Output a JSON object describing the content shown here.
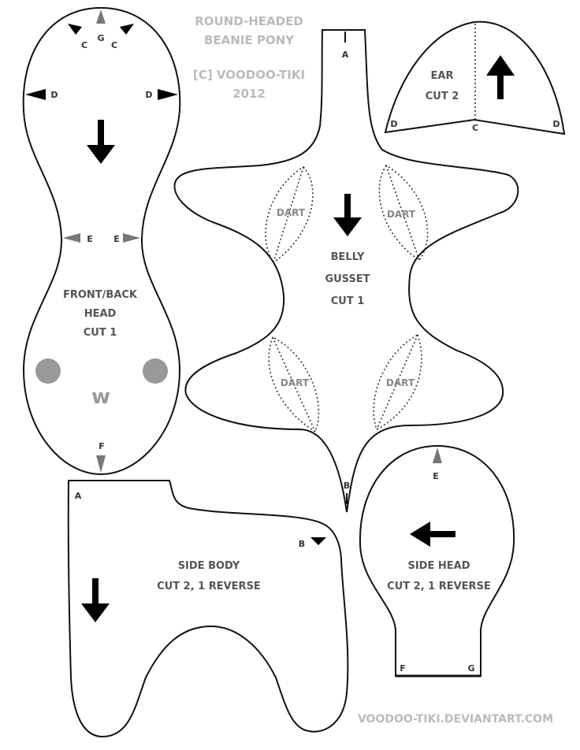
{
  "header": {
    "title_line1": "ROUND-HEADED",
    "title_line2": "BEANIE PONY",
    "credit_line": "[C] VOODOO-TIKI",
    "year": "2012"
  },
  "footer": {
    "url": "VOODOO-TIKI.DEVIANTART.COM"
  },
  "pieces": {
    "front_back_head": {
      "name": "FRONT/BACK",
      "name2": "HEAD",
      "cut": "CUT 1",
      "face": "w"
    },
    "ear": {
      "name": "EAR",
      "cut": "CUT 2"
    },
    "belly": {
      "name": "BELLY",
      "name2": "GUSSET",
      "cut": "CUT 1",
      "dart": "DART"
    },
    "side_body": {
      "name": "SIDE BODY",
      "cut": "CUT 2, 1 REVERSE"
    },
    "side_head": {
      "name": "SIDE HEAD",
      "cut": "CUT 2, 1 REVERSE"
    }
  },
  "markers": {
    "a": "A",
    "b": "B",
    "c": "C",
    "d": "D",
    "e": "E",
    "f": "F",
    "g": "G"
  },
  "colors": {
    "outline": "#111111",
    "label": "#555555",
    "title": "#bbbbbb",
    "cheek": "#999999"
  }
}
